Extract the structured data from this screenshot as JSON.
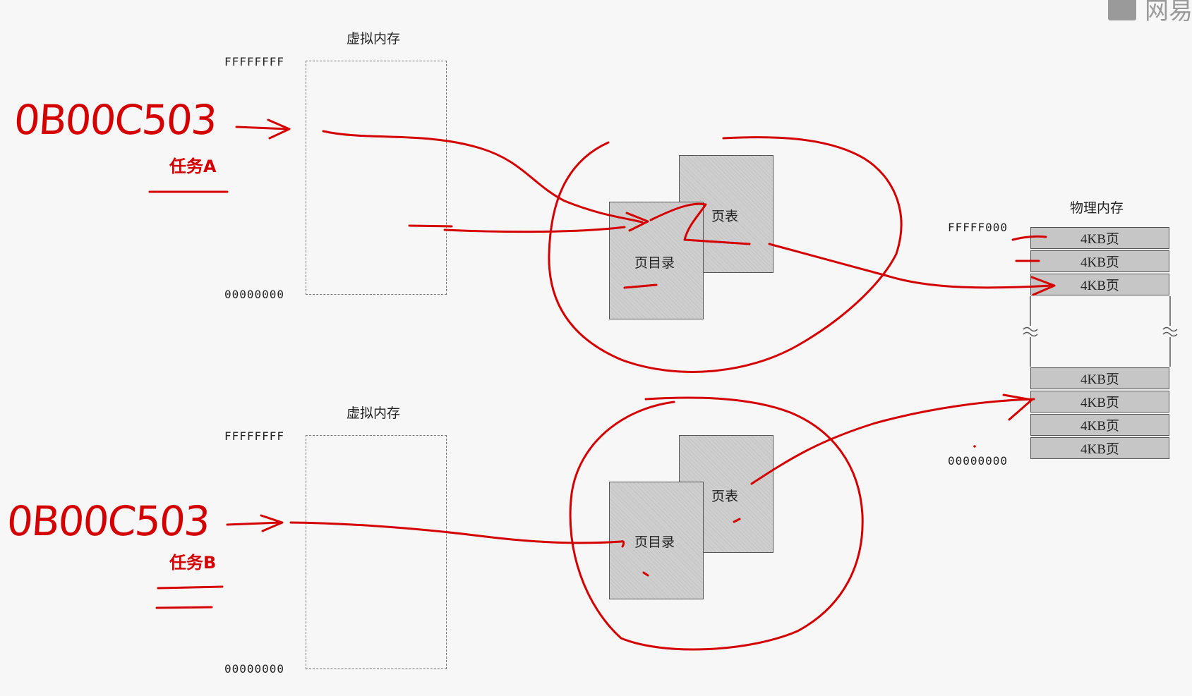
{
  "diagram": {
    "top": {
      "title": "虚拟内存",
      "addr_high": "FFFFFFFF",
      "addr_low": "00000000",
      "page_directory": "页目录",
      "page_table": "页表",
      "task_label": "任务A",
      "handwritten_address": "0B00C503"
    },
    "bottom": {
      "title": "虚拟内存",
      "addr_high": "FFFFFFFF",
      "addr_low": "00000000",
      "page_directory": "页目录",
      "page_table": "页表",
      "task_label": "任务B",
      "handwritten_address": "0B00C503"
    },
    "physical": {
      "title": "物理内存",
      "addr_high": "FFFFF000",
      "addr_low": "00000000",
      "pages_top": [
        "4KB页",
        "4KB页",
        "4KB页"
      ],
      "pages_bottom": [
        "4KB页",
        "4KB页",
        "4KB页",
        "4KB页"
      ]
    },
    "watermark": "网易"
  },
  "colors": {
    "annotation": "#d40000",
    "table_fill": "#cfcfcf",
    "page_fill": "#c6c6c6"
  }
}
